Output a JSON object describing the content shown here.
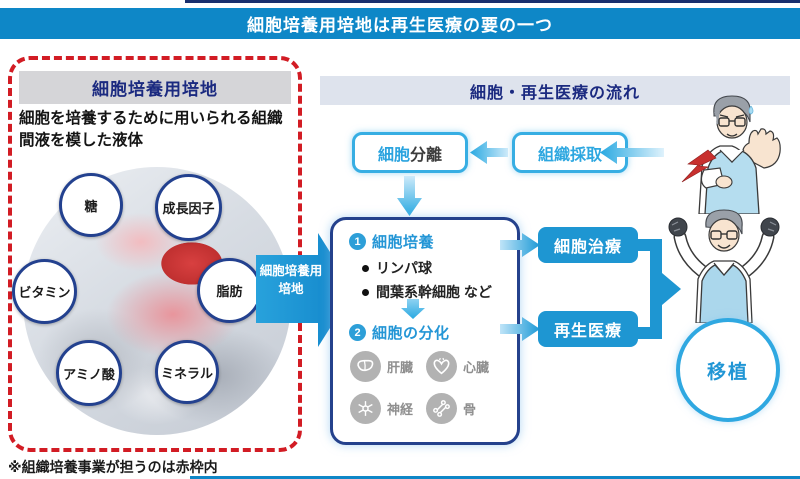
{
  "banner": {
    "title": "細胞培養用培地は再生医療の要の一つ"
  },
  "left_panel": {
    "title": "細胞培養用培地",
    "description": "細胞を培養するために用いられる組織間液を模した液体",
    "components": [
      "糖",
      "成長因子",
      "ビタミン",
      "脂肪",
      "アミノ酸",
      "ミネラル"
    ]
  },
  "transfer_arrow": {
    "line1": "細胞培養用",
    "line2": "培地"
  },
  "flow": {
    "header": "細胞・再生医療の流れ",
    "cell_separation": {
      "highlight": "細胞",
      "rest": "分離"
    },
    "tissue_collection": "組織採取",
    "step1": {
      "number": "1",
      "title": "細胞培養",
      "items": [
        "リンパ球",
        "間葉系幹細胞 など"
      ]
    },
    "step2": {
      "number": "2",
      "title": "細胞の分化",
      "organs": [
        {
          "icon": "liver-icon",
          "label": "肝臓"
        },
        {
          "icon": "heart-icon",
          "label": "心臓"
        },
        {
          "icon": "nerve-icon",
          "label": "神経"
        },
        {
          "icon": "bone-icon",
          "label": "骨"
        }
      ]
    },
    "cell_therapy": "細胞治療",
    "regenerative_medicine": "再生医療",
    "transplant": "移植"
  },
  "footnote": "※組織培養事業が担うのは赤枠内",
  "colors": {
    "banner_blue": "#0e87c7",
    "navy_text": "#1b2a80",
    "light_blue": "#29a9e1",
    "solid_blue": "#1e96d2",
    "red_frame": "#d21c24",
    "icon_gray": "#b2b2b2"
  }
}
